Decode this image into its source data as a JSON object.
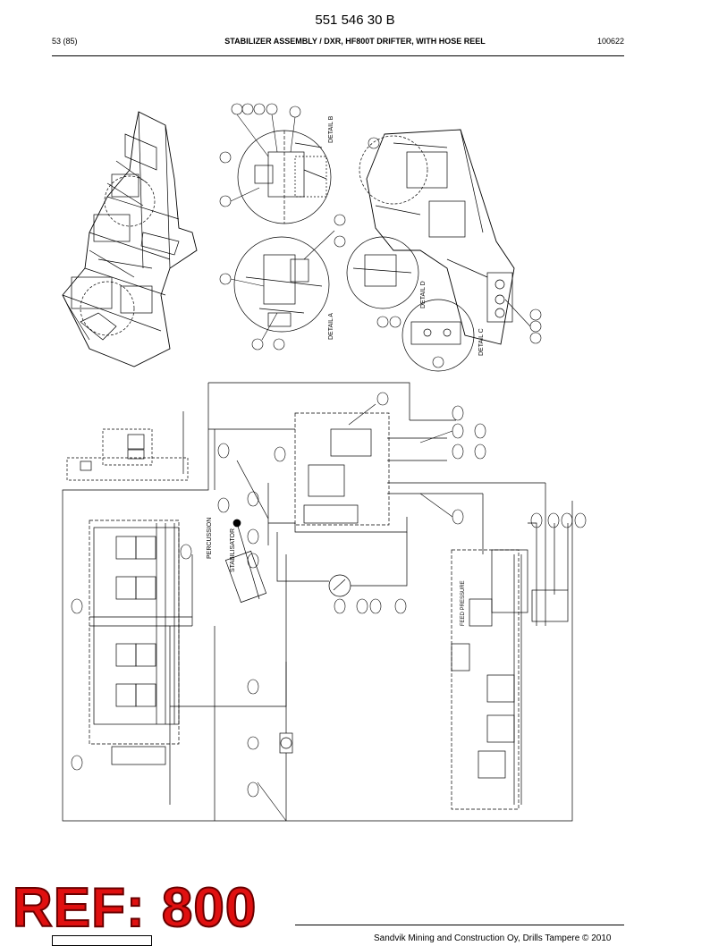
{
  "header": {
    "doc_number": "551 546 30 B",
    "page": "53 (85)",
    "title": "STABILIZER ASSEMBLY / DXR, HF800T DRIFTER, WITH HOSE REEL",
    "date_code": "100622"
  },
  "details": {
    "a": "DETAIL A",
    "b": "DETAIL B",
    "c": "DETAIL C",
    "d": "DETAIL D"
  },
  "schematic_labels": {
    "percussion": "PERCUSSION",
    "stabilisator": "STABILISATOR",
    "feed_pressure": "FEED PRESSURE"
  },
  "stamp": "REF: 800",
  "footer": "Sandvik Mining and Construction Oy, Drills Tampere © 2010"
}
